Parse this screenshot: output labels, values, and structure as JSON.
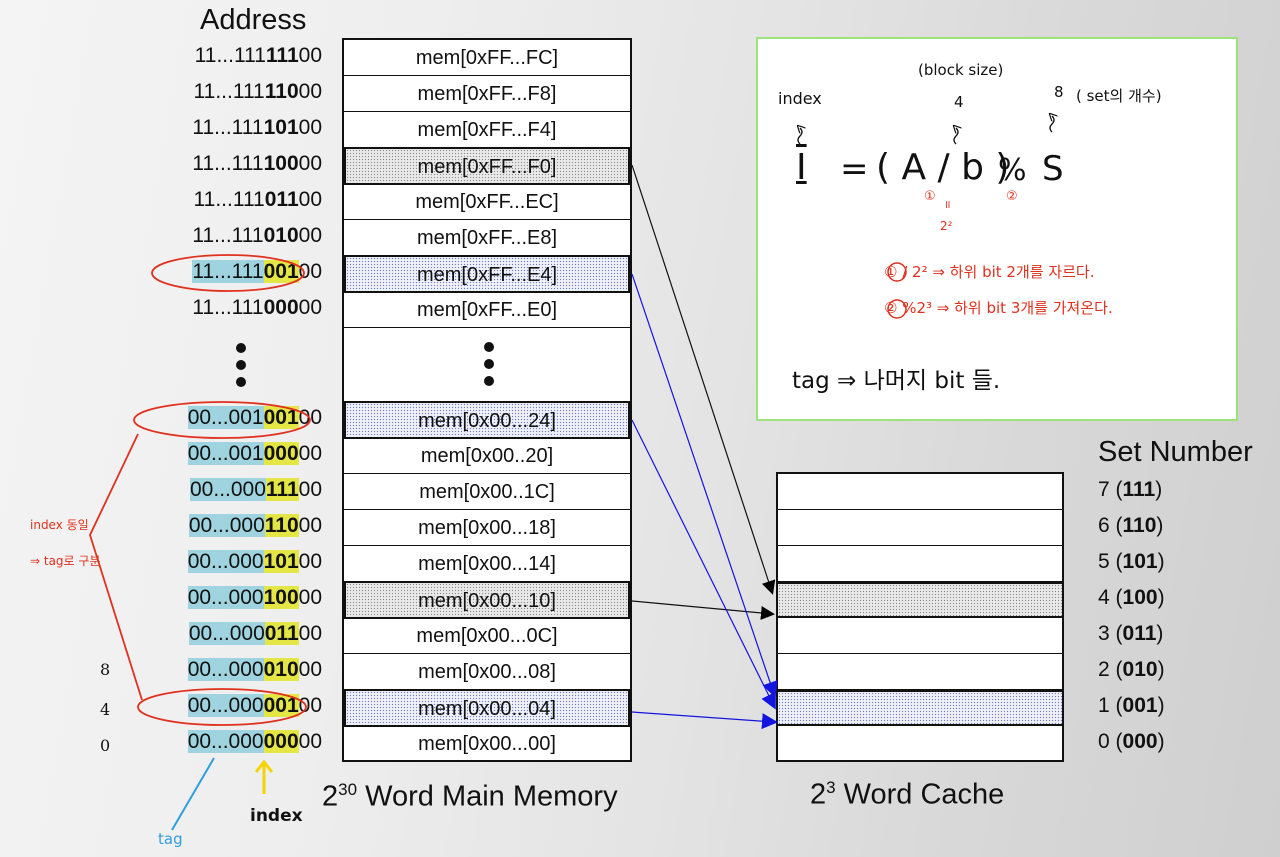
{
  "address_title": "Address",
  "addresses": [
    {
      "pre": "11...111",
      "bits": "111",
      "post": "00",
      "hl": false
    },
    {
      "pre": "11...111",
      "bits": "110",
      "post": "00",
      "hl": false
    },
    {
      "pre": "11...111",
      "bits": "101",
      "post": "00",
      "hl": false
    },
    {
      "pre": "11...111",
      "bits": "100",
      "post": "00",
      "hl": false
    },
    {
      "pre": "11...111",
      "bits": "011",
      "post": "00",
      "hl": false
    },
    {
      "pre": "11...111",
      "bits": "010",
      "post": "00",
      "hl": false
    },
    {
      "pre": "11...111",
      "bits": "001",
      "post": "00",
      "hl": true
    },
    {
      "pre": "11...111",
      "bits": "000",
      "post": "00",
      "hl": false
    },
    {
      "pre": "00...001",
      "bits": "001",
      "post": "00",
      "hl": true
    },
    {
      "pre": "00...001",
      "bits": "000",
      "post": "00",
      "hl": true
    },
    {
      "pre": "00...000",
      "bits": "111",
      "post": "00",
      "hl": true
    },
    {
      "pre": "00...000",
      "bits": "110",
      "post": "00",
      "hl": true
    },
    {
      "pre": "00...000",
      "bits": "101",
      "post": "00",
      "hl": true
    },
    {
      "pre": "00...000",
      "bits": "100",
      "post": "00",
      "hl": true
    },
    {
      "pre": "00...000",
      "bits": "011",
      "post": "00",
      "hl": true
    },
    {
      "pre": "00...000",
      "bits": "010",
      "post": "00",
      "hl": true
    },
    {
      "pre": "00...000",
      "bits": "001",
      "post": "00",
      "hl": true
    },
    {
      "pre": "00...000",
      "bits": "000",
      "post": "00",
      "hl": true
    }
  ],
  "memory_cells": [
    "mem[0xFF...FC]",
    "mem[0xFF...F8]",
    "mem[0xFF...F4]",
    "mem[0xFF...F0]",
    "mem[0xFF...EC]",
    "mem[0xFF...E8]",
    "mem[0xFF...E4]",
    "mem[0xFF...E0]",
    "mem[0x00...24]",
    "mem[0x00..20]",
    "mem[0x00..1C]",
    "mem[0x00...18]",
    "mem[0x00...14]",
    "mem[0x00...10]",
    "mem[0x00...0C]",
    "mem[0x00...08]",
    "mem[0x00...04]",
    "mem[0x00...00]"
  ],
  "memory_caption": {
    "base": "2",
    "exp": "30",
    "text": " Word Main Memory"
  },
  "cache_caption": {
    "base": "2",
    "exp": "3",
    "text": " Word Cache"
  },
  "set_title": "Set Number",
  "sets": [
    {
      "num": "7",
      "bits": "111"
    },
    {
      "num": "6",
      "bits": "110"
    },
    {
      "num": "5",
      "bits": "101"
    },
    {
      "num": "4",
      "bits": "100"
    },
    {
      "num": "3",
      "bits": "011"
    },
    {
      "num": "2",
      "bits": "010"
    },
    {
      "num": "1",
      "bits": "001"
    },
    {
      "num": "0",
      "bits": "000"
    }
  ],
  "notes": {
    "block_size": "(block size)",
    "index_word": "index",
    "four": "4",
    "eight": "8",
    "set_count": "( set의 개수)",
    "formula_I": "I",
    "formula_eq": "=",
    "formula_expr": "( A / b )",
    "formula_mod": "%",
    "formula_S": "S",
    "c1": "①",
    "c2": "②",
    "eq_marks": "॥",
    "two_sq": "2²",
    "step1": "① / 2² ⇒ 하위 bit 2개를 자르다.",
    "step2": "② %2³ ⇒ 하위 bit 3개를 가져온다.",
    "tag_rule": "tag ⇒ 나머지 bit 들."
  },
  "side_numbers": [
    "8",
    "4",
    "0"
  ],
  "side_note": [
    "index 동일",
    "⇒ tag로 구분"
  ],
  "tag_label": "tag",
  "index_label": "index"
}
